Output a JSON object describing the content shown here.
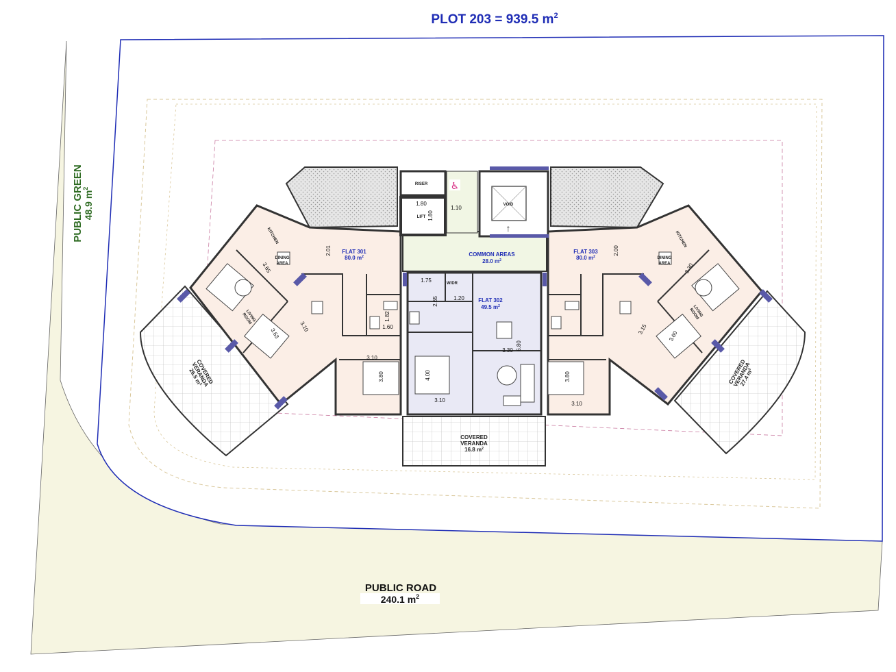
{
  "plot": {
    "label": "PLOT 203 = 939.5 m",
    "sup": "2"
  },
  "public_green": {
    "label": "PUBLIC GREEN",
    "area": "48.9 m",
    "sup": "2"
  },
  "public_road": {
    "label": "PUBLIC ROAD",
    "area": "240.1 m",
    "sup": "2"
  },
  "flats": {
    "f301": {
      "name": "FLAT 301",
      "area": "80.0 m",
      "sup": "2"
    },
    "f302": {
      "name": "FLAT 302",
      "area": "49.5 m",
      "sup": "2"
    },
    "f303": {
      "name": "FLAT 303",
      "area": "80.0 m",
      "sup": "2"
    }
  },
  "common": {
    "name": "COMMON AREAS",
    "area": "28.0 m",
    "sup": "2"
  },
  "verandas": {
    "left": {
      "l1": "COVERED",
      "l2": "VERANDA",
      "area": "26.5 m",
      "sup": "2"
    },
    "center": {
      "l1": "COVERED",
      "l2": "VERANDA",
      "area": "16.8 m",
      "sup": "2"
    },
    "right": {
      "l1": "COVERED",
      "l2": "VERANDA",
      "area": "27.4 m",
      "sup": "2"
    }
  },
  "rooms": {
    "riser": "RISER",
    "lift": "LIFT",
    "void": "VOID",
    "wdr": "W/DR",
    "kitchen": "KITCHEN",
    "dining_1": "DINING",
    "dining_2": "AREA",
    "living_1": "LIVING",
    "living_2": "ROOM"
  },
  "dims": {
    "d180": "1.80",
    "d180v": "1.80",
    "d110": "1.10",
    "d201": "2.01",
    "d200": "2.00",
    "d365": "3.65",
    "d330": "3.30",
    "d363": "3.63",
    "d310a": "3.10",
    "d315": "3.15",
    "d360": "3.60",
    "d310b": "3.10",
    "d380a": "3.80",
    "d175": "1.75",
    "d265": "2.65",
    "d120": "1.20",
    "d182": "1.82",
    "d160": "1.60",
    "d400": "4.00",
    "d310c": "3.10",
    "d330b": "3.30",
    "d680": "6.80",
    "d380b": "3.80",
    "d310d": "3.10"
  },
  "colors": {
    "plot_line": "#1f2db5",
    "green_fill": "#f6f5e1",
    "flat_fill": "#fbeee6",
    "flat302_fill": "#e9e9f5",
    "common_fill": "#f1f6e4",
    "window": "#5959a8",
    "dash": "#c97aa0"
  }
}
